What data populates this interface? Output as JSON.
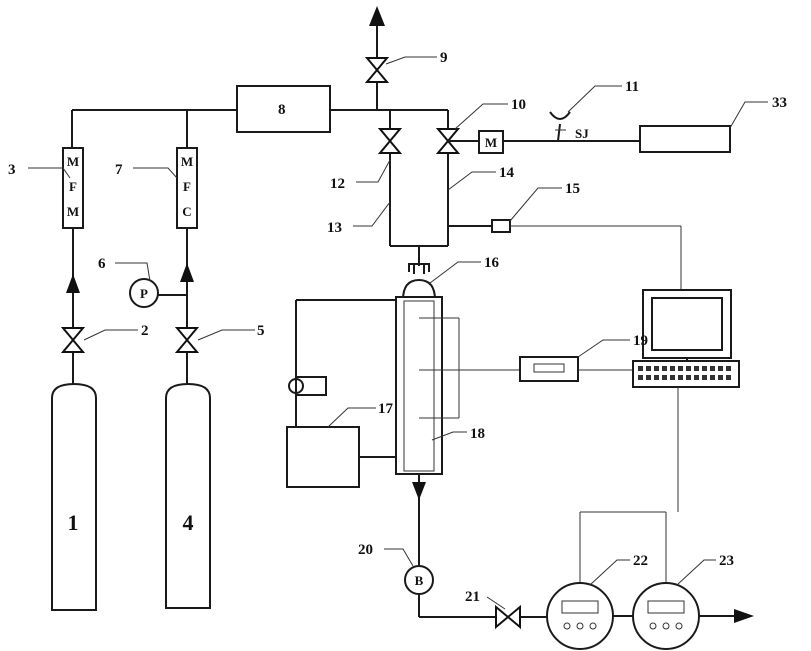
{
  "callouts": {
    "n2": "2",
    "n3": "3",
    "n5": "5",
    "n6": "6",
    "n7": "7",
    "n8": "8",
    "n9": "9",
    "n10": "10",
    "n11": "11",
    "n12": "12",
    "n13": "13",
    "n14": "14",
    "n15": "15",
    "n16": "16",
    "n17": "17",
    "n18": "18",
    "n19": "19",
    "n20": "20",
    "n21": "21",
    "n22": "22",
    "n23": "23",
    "n33": "33"
  },
  "cylinders": {
    "left": "1",
    "right": "4"
  },
  "mfm_letters": [
    "M",
    "F",
    "M"
  ],
  "mfc_letters": [
    "M",
    "F",
    "C"
  ],
  "gauge_p": "P",
  "motor_m": "M",
  "tag_sj": "SJ",
  "pump_b": "B"
}
